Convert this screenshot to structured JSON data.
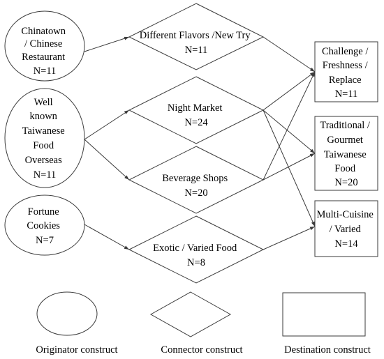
{
  "originators": [
    {
      "id": "chinatown",
      "lines": [
        "Chinatown",
        "/ Chinese",
        "Restaurant",
        "N=11"
      ]
    },
    {
      "id": "wellknown",
      "lines": [
        "Well",
        "known",
        "Taiwanese",
        "Food",
        "Overseas",
        "N=11"
      ]
    },
    {
      "id": "fortune",
      "lines": [
        "Fortune",
        "Cookies",
        "N=7"
      ]
    }
  ],
  "connectors": [
    {
      "id": "flavors",
      "lines": [
        "Different Flavors /New Try",
        "N=11"
      ]
    },
    {
      "id": "night",
      "lines": [
        "Night Market",
        "N=24"
      ]
    },
    {
      "id": "beverage",
      "lines": [
        "Beverage Shops",
        "N=20"
      ]
    },
    {
      "id": "exotic",
      "lines": [
        "Exotic / Varied Food",
        "N=8"
      ]
    }
  ],
  "destinations": [
    {
      "id": "challenge",
      "lines": [
        "Challenge /",
        "Freshness /",
        "Replace",
        "N=11"
      ]
    },
    {
      "id": "traditional",
      "lines": [
        "Traditional /",
        "Gourmet",
        "Taiwanese",
        "Food",
        "N=20"
      ]
    },
    {
      "id": "multi",
      "lines": [
        "Multi-Cuisine",
        "/ Varied",
        "N=14"
      ]
    }
  ],
  "edges": [
    {
      "from": "chinatown",
      "to": "flavors"
    },
    {
      "from": "wellknown",
      "to": "night"
    },
    {
      "from": "wellknown",
      "to": "beverage"
    },
    {
      "from": "fortune",
      "to": "exotic"
    },
    {
      "from": "flavors",
      "to": "challenge"
    },
    {
      "from": "night",
      "to": "challenge"
    },
    {
      "from": "night",
      "to": "traditional"
    },
    {
      "from": "night",
      "to": "multi"
    },
    {
      "from": "beverage",
      "to": "challenge"
    },
    {
      "from": "beverage",
      "to": "traditional"
    },
    {
      "from": "exotic",
      "to": "multi"
    }
  ],
  "legend": {
    "originator_label": "Originator construct",
    "connector_label": "Connector construct",
    "destination_label": "Destination construct"
  }
}
